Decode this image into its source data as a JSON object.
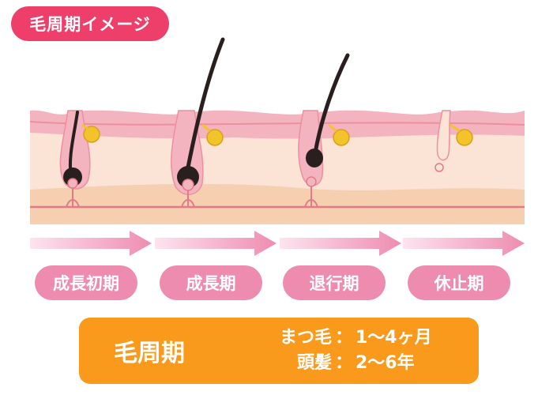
{
  "title_badge": "毛周期イメージ",
  "stages": [
    "成長初期",
    "成長期",
    "退行期",
    "休止期"
  ],
  "info": {
    "main_label": "毛周期",
    "lines": [
      {
        "label": "まつ毛",
        "sep": "：",
        "value": "1〜4ヶ月"
      },
      {
        "label": "頭髪",
        "sep": "：",
        "value": "2〜6年"
      }
    ]
  },
  "colors": {
    "badge": "#ee3f6a",
    "pill": "#ee8cb0",
    "info_box": "#fa9a1c",
    "skin_top": "#f4b4bf",
    "skin_mid": "#fbe3d6",
    "skin_deep": "#f5cfb0",
    "hair": "#2a1f1f",
    "gland": "#f3c32c"
  }
}
